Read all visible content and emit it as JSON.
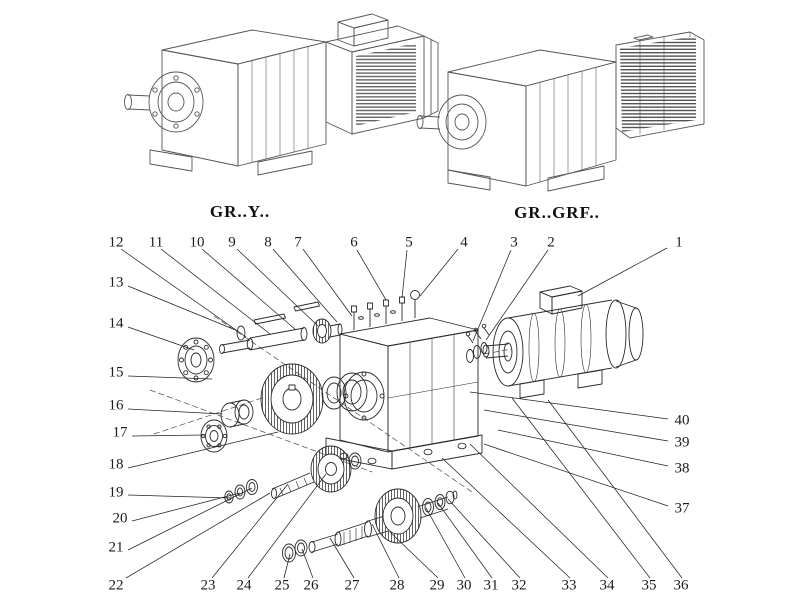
{
  "page": {
    "background_color": "#ffffff",
    "line_color": "#2b2b2b",
    "assembled_line_color": "#55565a"
  },
  "header": {
    "left_variant_label": "GR..Y..",
    "right_variant_label": "GR..GRF.."
  },
  "diagram": {
    "type": "exploded-parts-diagram",
    "callouts": [
      "1",
      "2",
      "3",
      "4",
      "5",
      "6",
      "7",
      "8",
      "9",
      "10",
      "11",
      "12",
      "13",
      "14",
      "15",
      "16",
      "17",
      "18",
      "19",
      "20",
      "21",
      "22",
      "23",
      "24",
      "25",
      "26",
      "27",
      "28",
      "29",
      "30",
      "31",
      "32",
      "33",
      "34",
      "35",
      "36",
      "37",
      "38",
      "39",
      "40"
    ]
  }
}
